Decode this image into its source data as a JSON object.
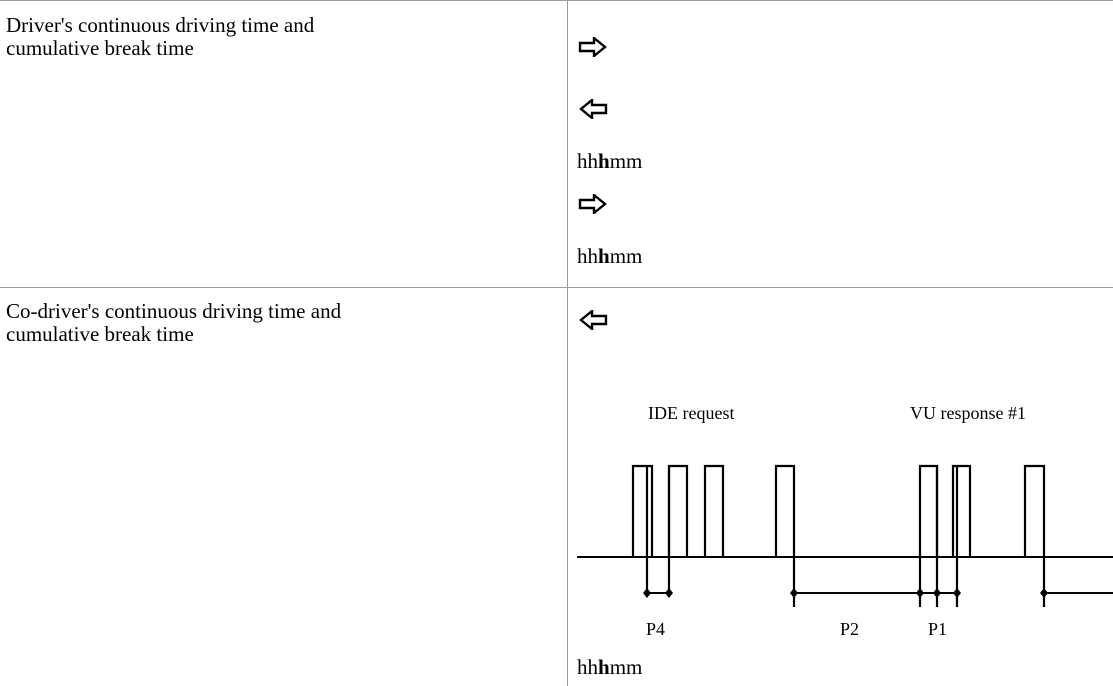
{
  "rows": [
    {
      "label": "Driver's continuous driving time and cumulative break time",
      "label_line1": "Driver's continuous driving time and",
      "label_line2": "cumulative break time"
    },
    {
      "label": "Co-driver's continuous driving time and cumulative break time",
      "label_line1": "Co-driver's continuous driving time and",
      "label_line2": "cumulative break time"
    }
  ],
  "format": {
    "pre": "hh",
    "bold": "h",
    "post": "mm"
  },
  "arrows": {
    "right": "right-arrow-icon",
    "left": "left-arrow-icon"
  },
  "diagram": {
    "request_label": "IDE request",
    "response_label": "VU response #1",
    "period_labels": [
      "P4",
      "P2",
      "P1"
    ]
  }
}
